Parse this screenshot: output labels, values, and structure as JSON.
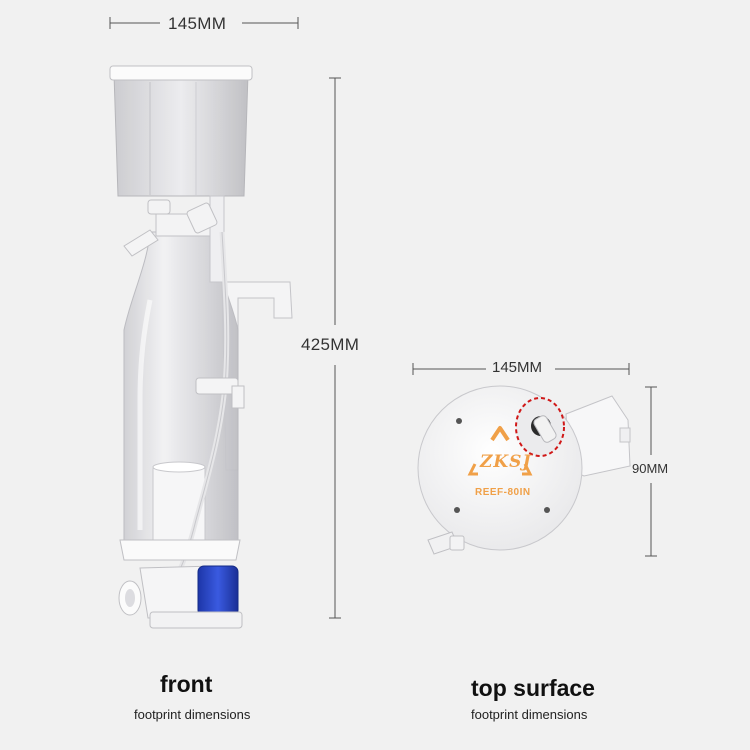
{
  "dimensions": {
    "front_width": "145MM",
    "height": "425MM",
    "top_width": "145MM",
    "top_depth": "90MM"
  },
  "captions": {
    "front_title": "front",
    "front_subtitle": "footprint dimensions",
    "top_title": "top surface",
    "top_subtitle": "footprint dimensions"
  },
  "product": {
    "brand": "ZKSJ",
    "model": "REEF-80IN"
  },
  "colors": {
    "background": "#f1f1f1",
    "brand_orange": "#f0a048",
    "pump_blue": "#2a48c8",
    "highlight_red": "#d01818"
  }
}
